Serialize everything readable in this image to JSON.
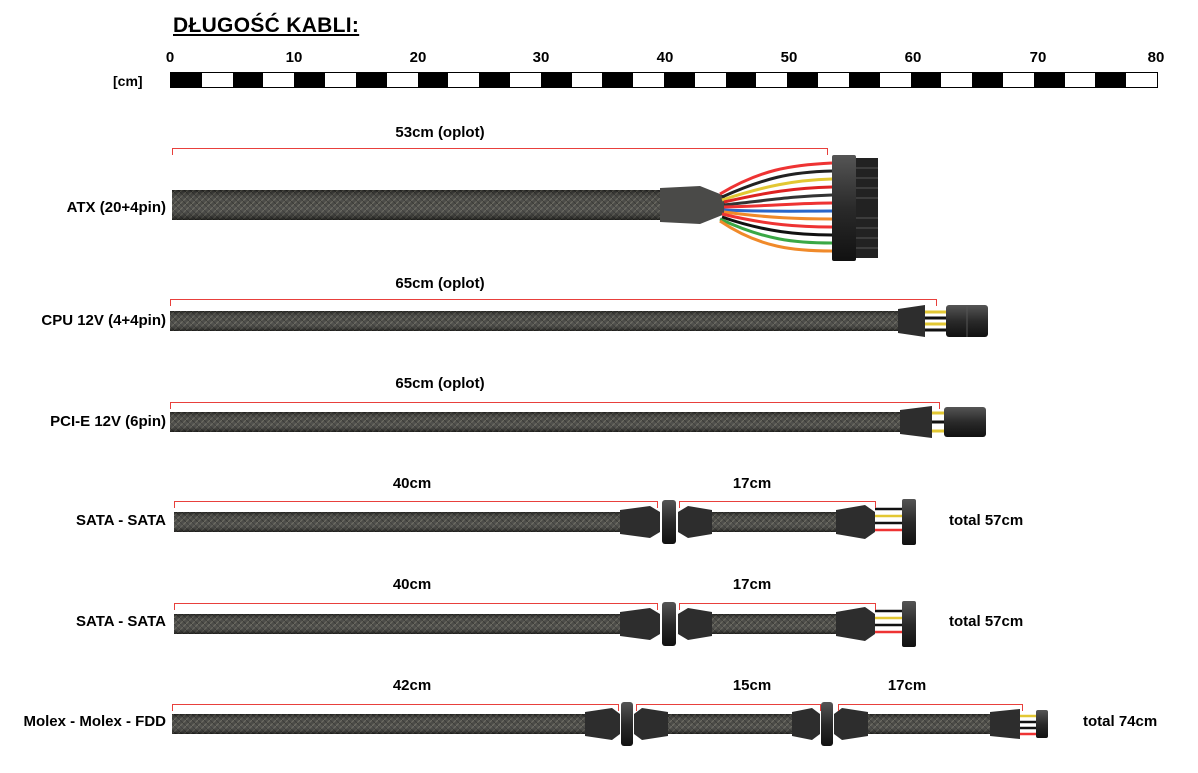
{
  "title": "DŁUGOŚĆ KABLI:",
  "ruler": {
    "unit": "[cm]",
    "ticks": [
      "0",
      "10",
      "20",
      "30",
      "40",
      "50",
      "60",
      "70",
      "80"
    ]
  },
  "cables": [
    {
      "name": "ATX (20+4pin)",
      "segments": [
        "53cm (oplot)"
      ]
    },
    {
      "name": "CPU 12V (4+4pin)",
      "segments": [
        "65cm (oplot)"
      ]
    },
    {
      "name": "PCI-E 12V (6pin)",
      "segments": [
        "65cm (oplot)"
      ]
    },
    {
      "name": "SATA - SATA",
      "segments": [
        "40cm",
        "17cm"
      ],
      "total": "total 57cm"
    },
    {
      "name": "SATA - SATA",
      "segments": [
        "40cm",
        "17cm"
      ],
      "total": "total 57cm"
    },
    {
      "name": "Molex - Molex - FDD",
      "segments": [
        "42cm",
        "15cm",
        "17cm"
      ],
      "total": "total 74cm"
    }
  ],
  "colors": {
    "bracket": "#e8403c",
    "sleeve": "#3a3a36",
    "connector": "#2b2b2b"
  }
}
